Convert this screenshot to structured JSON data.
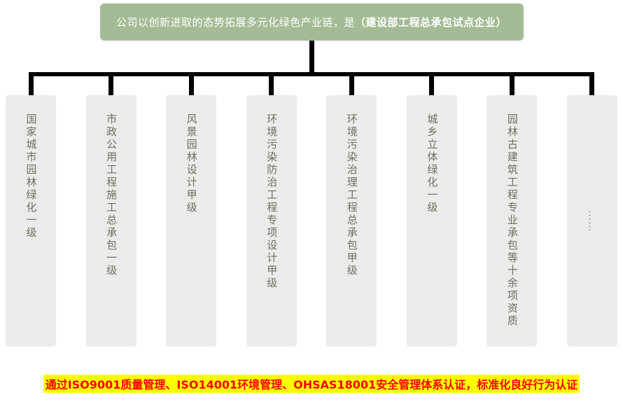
{
  "header": {
    "text": "公司以创新进取的态势拓展多元化绿色产业链，是 ",
    "highlight": "（建设部工程总承包试点企业）"
  },
  "boxes": [
    {
      "label": "国家城市园林绿化一级"
    },
    {
      "label": "市政公用工程施工总承包一级"
    },
    {
      "label": "风景园林设计甲级"
    },
    {
      "label": "环境污染防治工程专项设计甲级"
    },
    {
      "label": "环境污染治理工程总承包甲级"
    },
    {
      "label": "城乡立体绿化一级"
    },
    {
      "label": "园林古建筑工程专业承包等十余项资质"
    },
    {
      "label": "……"
    }
  ],
  "footer": {
    "text": "通过ISO9001质量管理、ISO14001环境管理、OHSAS18001安全管理体系认证，标准化良好行为认证"
  },
  "colors": {
    "banner_green": "#a3bc95",
    "connector_black": "#000000",
    "box_gray": "#ebebeb",
    "box_text": "#6e6e60",
    "footer_text_red": "#ff0000",
    "footer_highlight_yellow": "#ffff00"
  }
}
